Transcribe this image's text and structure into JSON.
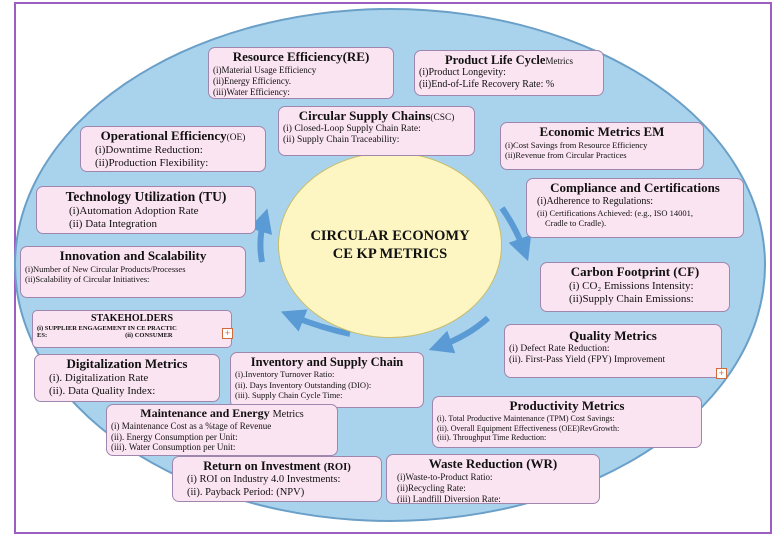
{
  "center": {
    "title": "CIRCULAR ECONOMY CE KP METRICS"
  },
  "boxes": {
    "re": {
      "title": "Resource Efficiency(RE)",
      "items": [
        "(i)Material Usage Efficiency",
        "(ii)Energy Efficiency.",
        "(iii)Water Efficiency:"
      ]
    },
    "plc": {
      "title": "Product Life Cycle",
      "title_suffix": "Metrics",
      "items": [
        "(i)Product Longevity:",
        "(ii)End-of-Life Recovery Rate: %"
      ]
    },
    "oe": {
      "title": "Operational Efficiency",
      "title_suffix": "(OE)",
      "items": [
        "(i)Downtime Reduction:",
        "(ii)Production Flexibility:"
      ]
    },
    "csc": {
      "title": "Circular Supply Chains",
      "title_suffix": "(CSC)",
      "items": [
        "(i) Closed-Loop Supply Chain Rate:",
        "(ii) Supply Chain Traceability:"
      ]
    },
    "em": {
      "title": "Economic Metrics EM",
      "items": [
        "(i)Cost Savings from Resource Efficiency",
        "(ii)Revenue from Circular Practices"
      ]
    },
    "tu": {
      "title": "Technology Utilization (TU)",
      "items": [
        "(i)Automation Adoption Rate",
        "(ii) Data Integration"
      ]
    },
    "cc": {
      "title": "Compliance and Certifications",
      "items": [
        "(i)Adherence to Regulations:",
        "(ii) Certifications Achieved: (e.g., ISO 14001,",
        "Cradle to Cradle)."
      ]
    },
    "is": {
      "title": "Innovation and Scalability",
      "items": [
        "(i)Number of New Circular Products/Processes",
        "(ii)Scalability of Circular Initiatives:"
      ]
    },
    "cf": {
      "title": "Carbon Footprint (CF)",
      "items": [
        "(i) CO₂ Emissions Intensity:",
        "(ii)Supply Chain Emissions:"
      ]
    },
    "sh": {
      "title": "STAKEHOLDERS",
      "items": [
        "(i) SUPPLIER ENGAGEMENT IN CE PRACTIC",
        "ES:",
        "(ii) CONSUMER"
      ]
    },
    "qm": {
      "title": "Quality Metrics",
      "items": [
        "(i) Defect Rate Reduction:",
        "(ii). First-Pass Yield (FPY) Improvement"
      ]
    },
    "dm": {
      "title": "Digitalization Metrics",
      "items": [
        "(i). Digitalization Rate",
        "(ii). Data Quality Index:"
      ]
    },
    "isc": {
      "title": "Inventory and Supply Chain",
      "items": [
        "(i).Inventory Turnover Ratio:",
        "(ii). Days Inventory Outstanding (DIO):",
        "(iii). Supply Chain Cycle Time:"
      ]
    },
    "pm": {
      "title": "Productivity Metrics",
      "items": [
        "(i). Total Productive Maintenance (TPM) Cost Savings:",
        "(ii). Overall Equipment Effectiveness (OEE)RevGrowth:",
        "(iii). Throughput Time Reduction:"
      ]
    },
    "me": {
      "title": "Maintenance and Energy",
      "title_suffix": "Metrics",
      "items": [
        "(i) Maintenance Cost as a %tage of Revenue",
        "(ii). Energy Consumption per Unit:",
        "(iii). Water Consumption per Unit:"
      ]
    },
    "roi": {
      "title": "Return on Investment",
      "title_suffix": "(ROI)",
      "items": [
        "(i) ROI on Industry 4.0 Investments:",
        "(ii). Payback Period: (NPV)"
      ]
    },
    "wr": {
      "title": "Waste Reduction (WR)",
      "items": [
        "(i)Waste-to-Product Ratio:",
        "(ii)Recycling Rate:",
        "(iii) Landfill Diversion Rate:"
      ]
    }
  },
  "colors": {
    "box_fill": "#fbe4f1",
    "outer_ellipse": "#a9d3ec",
    "center_ellipse": "#fdf6c3",
    "arrows": "#5b9bd5",
    "frame": "#9b5fc0"
  }
}
